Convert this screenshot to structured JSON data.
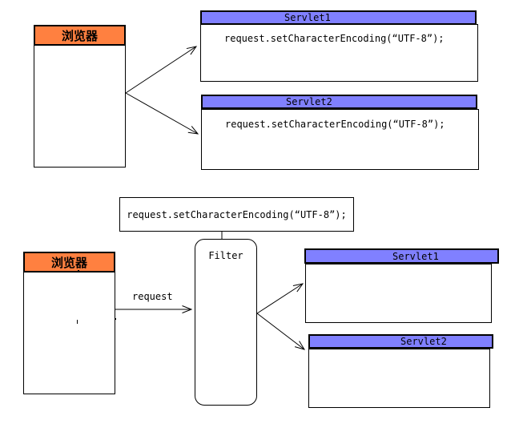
{
  "colors": {
    "header_orange": "#FF8040",
    "header_blue": "#8080FF",
    "border": "#000000",
    "background": "#FFFFFF"
  },
  "top": {
    "browser_label": "浏览器",
    "servlet1": {
      "title": "Servlet1",
      "code": "request.setCharacterEncoding(“UTF-8”);"
    },
    "servlet2": {
      "title": "Servlet2",
      "code": "request.setCharacterEncoding(“UTF-8”);"
    }
  },
  "middle": {
    "code": "request.setCharacterEncoding(“UTF-8”);",
    "filter_label": "Filter"
  },
  "bottom": {
    "browser_label": "浏览器",
    "request_label": "request",
    "servlet1": {
      "title": "Servlet1"
    },
    "servlet2": {
      "title": "Servlet2"
    }
  }
}
